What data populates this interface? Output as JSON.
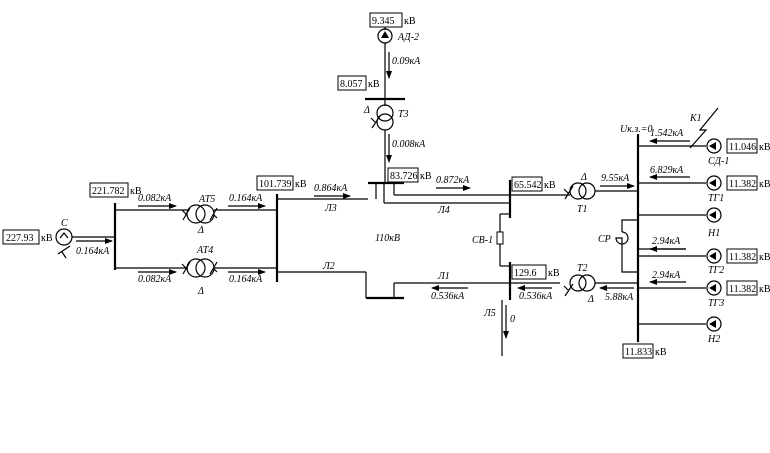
{
  "voltages": {
    "c": {
      "value": "227.93",
      "unit": "кВ"
    },
    "at_bus": {
      "value": "221.782",
      "unit": "кВ"
    },
    "l3_bus": {
      "value": "101.739",
      "unit": "кВ"
    },
    "ad2": {
      "value": "9.345",
      "unit": "кВ"
    },
    "t3_bus": {
      "value": "8.057",
      "unit": "кВ"
    },
    "l4_bus": {
      "value": "83.726",
      "unit": "кВ"
    },
    "t1_hv": {
      "value": "65.542",
      "unit": "кВ"
    },
    "t2_hv": {
      "value": "129.6",
      "unit": "кВ"
    },
    "sd1": {
      "value": "11.046",
      "unit": "кВ"
    },
    "tg1": {
      "value": "11.382",
      "unit": "кВ"
    },
    "tg2": {
      "value": "11.382",
      "unit": "кВ"
    },
    "tg3": {
      "value": "11.382",
      "unit": "кВ"
    },
    "lv_bus": {
      "value": "11.833",
      "unit": "кВ"
    }
  },
  "currents": {
    "c": "0.164кА",
    "at5_in": "0.082кА",
    "at5_out": "0.164кА",
    "at4_in": "0.082кА",
    "at4_out": "0.164кА",
    "l3": "0.864кА",
    "l4": "0.872кА",
    "ad2": "0.09кА",
    "t3": "0.008кА",
    "t1": "9.55кА",
    "sd1": "1.542кА",
    "tg1": "6.829кА",
    "sr1": "2.94кА",
    "sr2": "2.94кА",
    "t2": "5.88кА",
    "l1_left": "0.536кА",
    "l1_right": "0.536кА",
    "l5": "0"
  },
  "labels": {
    "c": "С",
    "at5": "АТ5",
    "at4": "АТ4",
    "ad2": "АД-2",
    "t3": "Т3",
    "l3": "Л3",
    "l4": "Л4",
    "l2": "Л2",
    "l1": "Л1",
    "l5": "Л5",
    "kv110": "110кВ",
    "sv1": "СВ-1",
    "t1": "Т1",
    "t2": "Т2",
    "k1": "К1",
    "ukz": "Uк.з.=0",
    "sd1": "СД-1",
    "tg1": "ТГ1",
    "tg2": "ТГ2",
    "tg3": "ТГ3",
    "n1": "Н1",
    "n2": "Н2",
    "sr": "СР",
    "delta": "Δ"
  }
}
